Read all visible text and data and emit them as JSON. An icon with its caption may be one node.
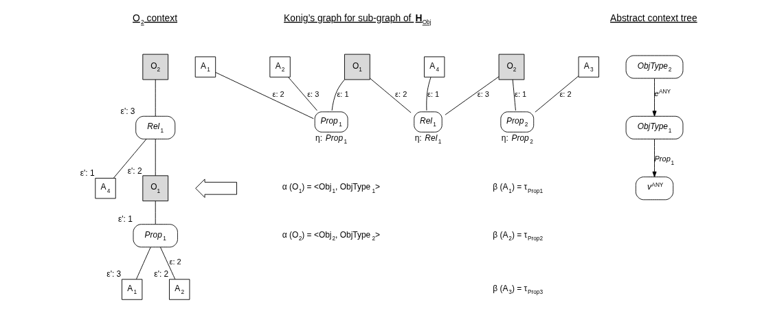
{
  "diagram": {
    "nodes": [
      {
        "text": [
          "O$_{2}$"
        ]
      },
      {
        "text": [
          "*Rel*$_{1}$"
        ],
        "beside": [
          "ε': 3"
        ]
      },
      {
        "text": [
          "A$_{4}$"
        ],
        "beside": [
          "ε': 1"
        ]
      },
      {
        "text": [
          "O$_{1}$"
        ],
        "beside": [
          "ε': 2"
        ]
      },
      {
        "text": [
          "*Prop*$_{1}$"
        ],
        "beside": [
          "ε': 1"
        ]
      },
      {
        "text": [
          "A$_{1}$"
        ],
        "beside": [
          "ε': 3"
        ]
      },
      {
        "text": [
          "A$_{2}$"
        ],
        "beside": [
          "ε': 2"
        ]
      },
      {
        "text": [
          "A$_{1}$"
        ]
      },
      {
        "text": [
          "A$_{2}$"
        ]
      },
      {
        "text": [
          "O$_{1}$"
        ]
      },
      {
        "text": [
          "A$_{4}$"
        ]
      },
      {
        "text": [
          "O$_{2}$"
        ]
      },
      {
        "text": [
          "A$_{3}$"
        ]
      },
      {
        "text": [
          "*Prop*$_{1}$"
        ],
        "beside": [
          "η: *Prop*$_{1}$"
        ]
      },
      {
        "text": [
          "*Rel*$_{1}$"
        ],
        "beside": [
          "η: *Rel*$_{1}$"
        ]
      },
      {
        "text": [
          "*Prop*$_{2}$"
        ],
        "beside": [
          "η: *Prop*$_{2}$"
        ]
      },
      {
        "text": [
          "*ObjType*$_{2}$"
        ]
      },
      {
        "text": [
          "*ObjType*$_{1}$"
        ]
      },
      {
        "text": [
          "*v*$^{ANY}$"
        ]
      },
      {
        "text": [],
        "shape": "arrow"
      }
    ],
    "edges": [
      {
        "from": 0,
        "to": 1,
        "arrow": "none"
      },
      {
        "from": 1,
        "to": 2,
        "arrow": "none"
      },
      {
        "from": 1,
        "to": 3,
        "arrow": "none"
      },
      {
        "from": 3,
        "to": 4,
        "arrow": "none"
      },
      {
        "from": 4,
        "to": 5,
        "arrow": "none"
      },
      {
        "from": 4,
        "to": 6,
        "label": "ε: 2",
        "arrow": "none"
      },
      {
        "from": 7,
        "to": 13,
        "label": "ε: 2",
        "arrow": "none"
      },
      {
        "from": 8,
        "to": 13,
        "label": "ε: 3",
        "arrow": "none"
      },
      {
        "from": 9,
        "to": 13,
        "label": "ε: 1",
        "arrow": "none"
      },
      {
        "from": 9,
        "to": 14,
        "label": "ε: 2",
        "arrow": "none"
      },
      {
        "from": 10,
        "to": 14,
        "label": "ε: 1",
        "arrow": "none"
      },
      {
        "from": 11,
        "to": 14,
        "label": "ε: 3",
        "arrow": "none"
      },
      {
        "from": 11,
        "to": 15,
        "label": "ε: 1",
        "arrow": "none"
      },
      {
        "from": 12,
        "to": 15,
        "label": "ε: 2",
        "arrow": "none"
      },
      {
        "from": 16,
        "to": 17,
        "label": "*e*$^{ANY}$",
        "arrow": "to"
      },
      {
        "from": 17,
        "to": 18,
        "label": "*Prop*$_{1}$",
        "arrow": "to"
      }
    ],
    "labels": [
      "O$_{2}$ context",
      "Konig’s graph for sub-graph of **H**$_{Obj}$",
      "Abstract context tree",
      "α (O$_{1}$) = <Obj$_{1}$, ObjType$_{1}$>",
      "α (O$_{2}$) = <Obj$_{2}$, ObjType$_{2}$>",
      "β (A$_{1}$) = τ$_{Prop1}$",
      "β (A$_{2}$) = τ$_{Prop2}$",
      "β (A$_{3}$) = τ$_{Prop3}$"
    ]
  }
}
